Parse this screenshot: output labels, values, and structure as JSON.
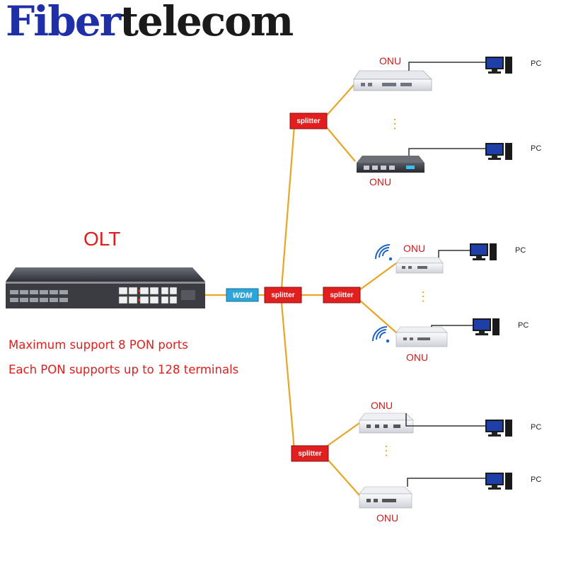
{
  "brand": {
    "part1": "Fiber",
    "part2": "telecom"
  },
  "olt": {
    "title": "OLT",
    "notes": [
      "Maximum support 8 PON ports",
      "Each PON supports up to 128 terminals"
    ]
  },
  "labels": {
    "wdm": "WDM",
    "splitter": "splitter",
    "onu": "ONU",
    "pc": "PC",
    "dots": "⋮"
  },
  "colors": {
    "fiber": "#e8a526",
    "splitter_fill": "#e21f1f",
    "wdm_fill": "#2aa6dc",
    "label_red": "#d11a1a",
    "brand_blue": "#1f2fa8"
  }
}
